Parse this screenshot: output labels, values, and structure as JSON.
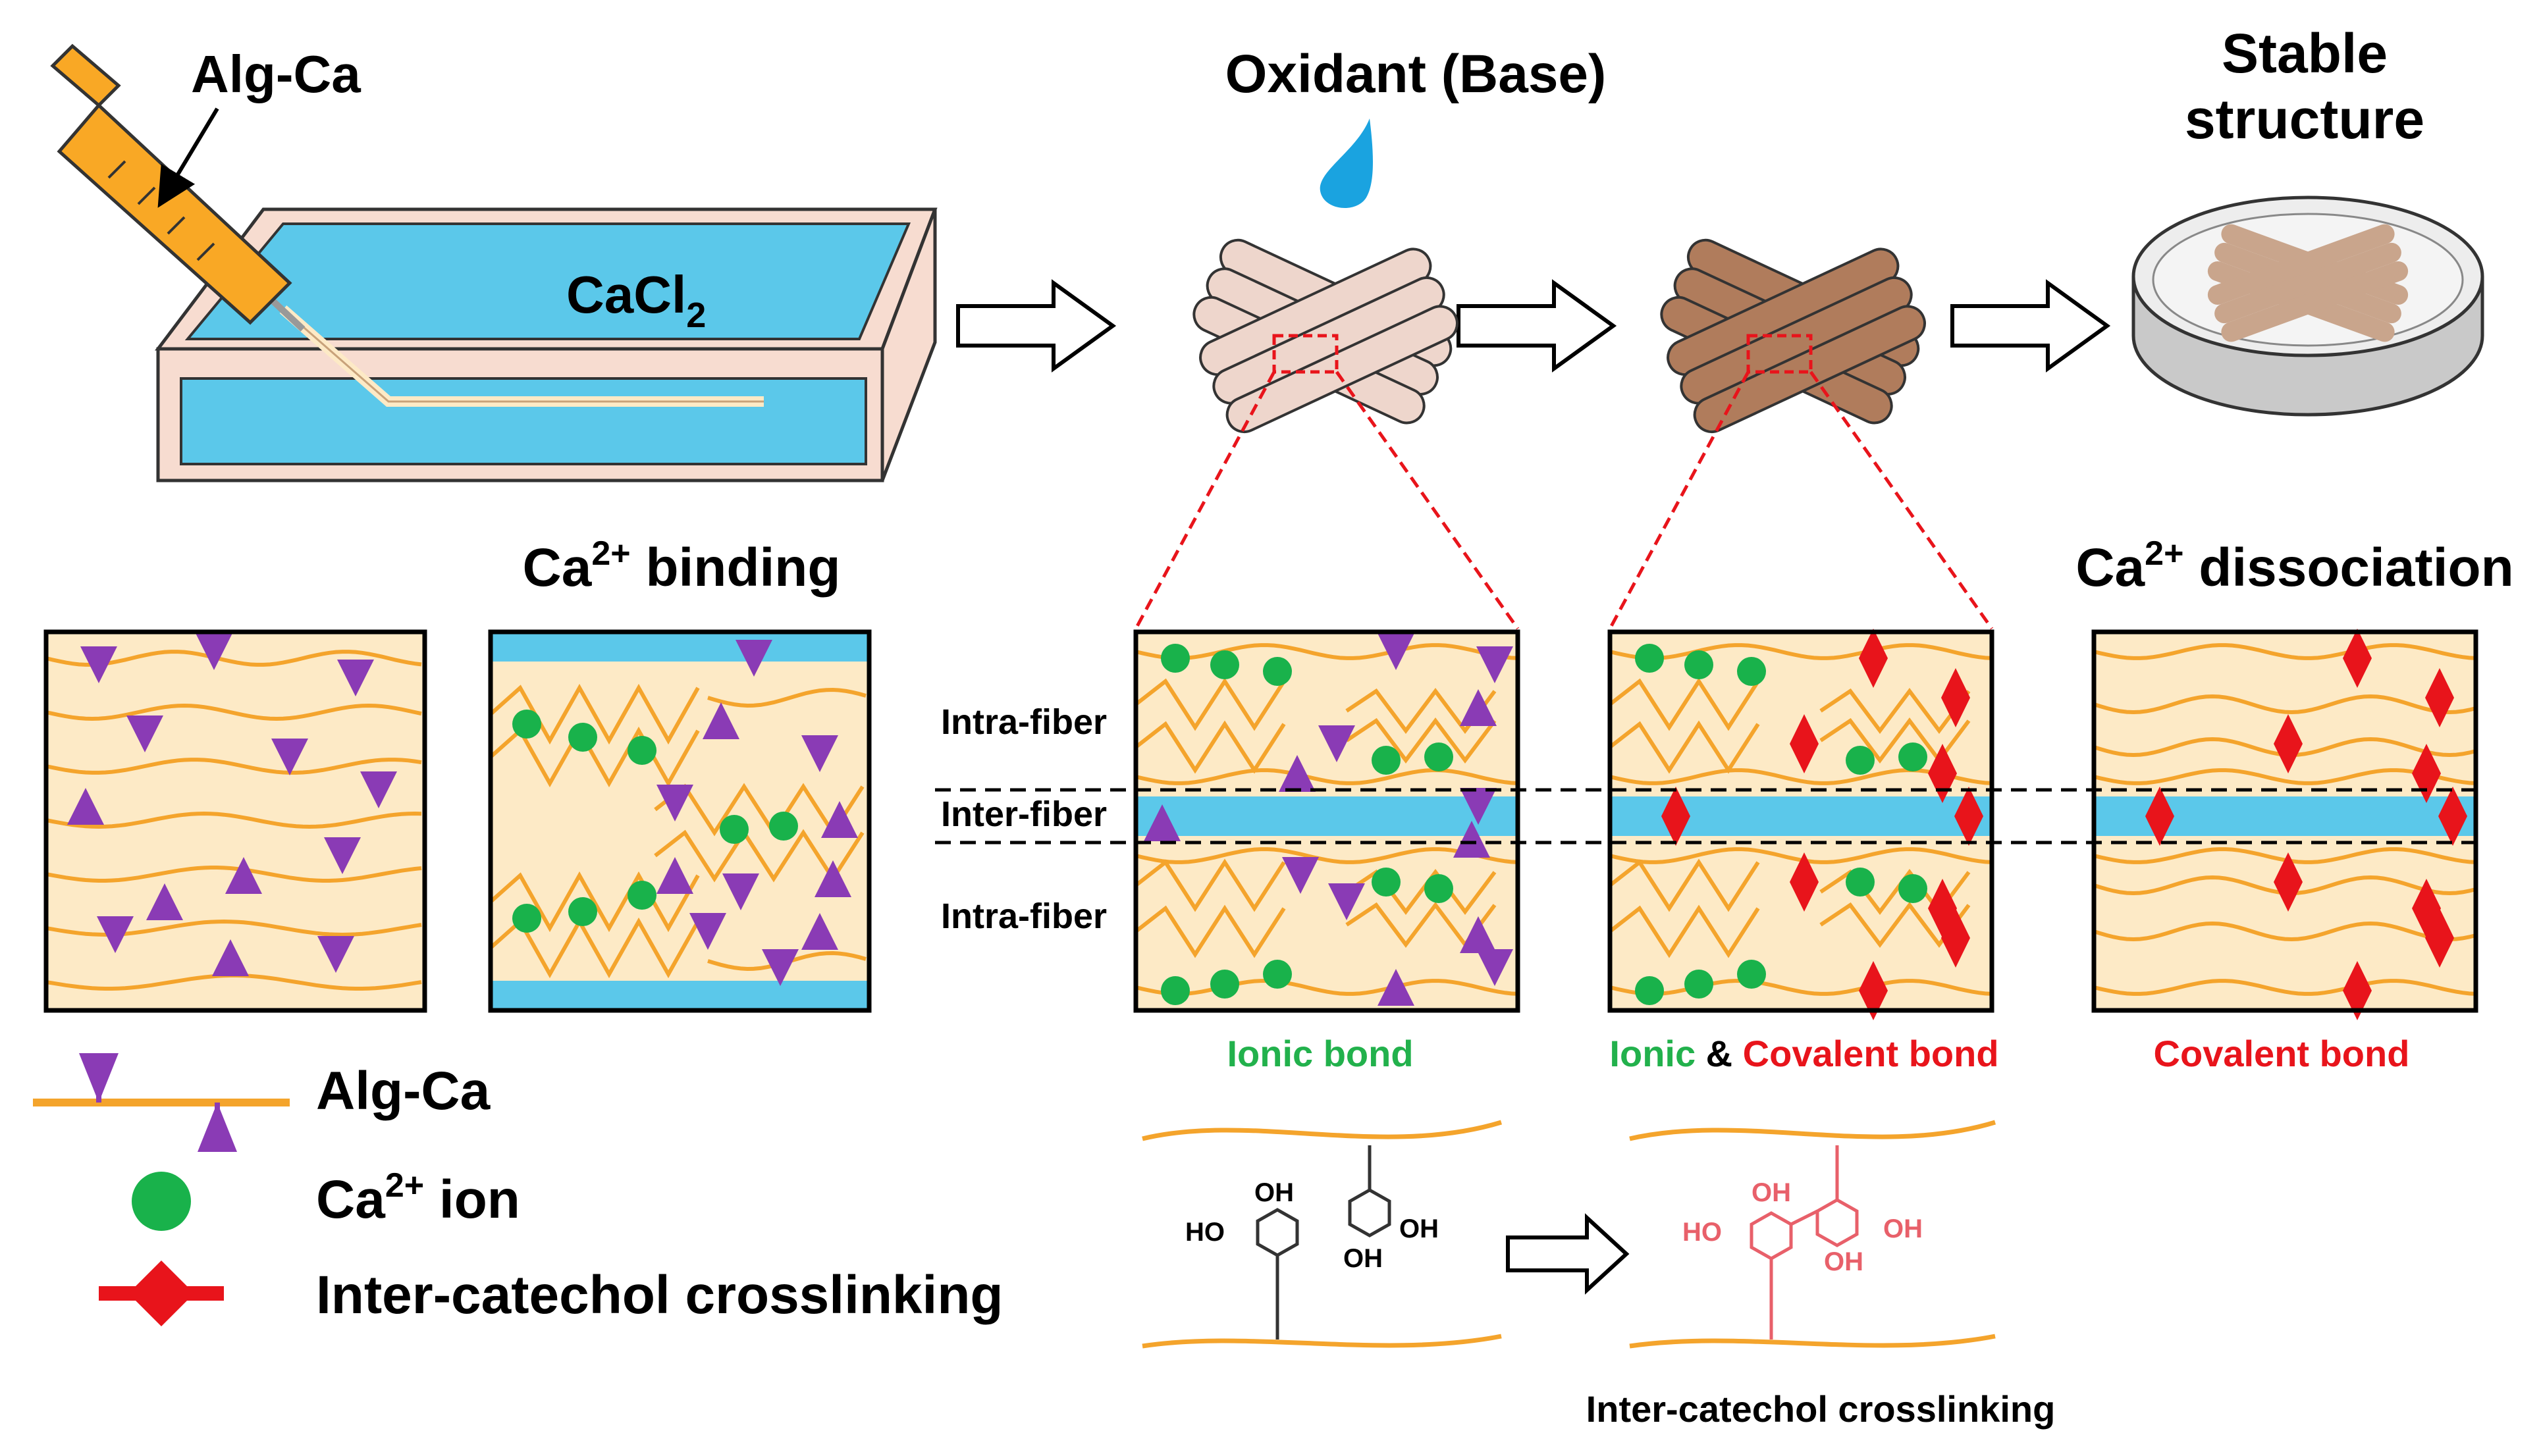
{
  "top": {
    "alg_ca_label": "Alg-Ca",
    "cacl2_label": "CaCl",
    "cacl2_subscript": "2",
    "oxidant_label": "Oxidant (Base)",
    "stable_line1": "Stable",
    "stable_line2": "structure"
  },
  "mid": {
    "ca_binding_prefix": "Ca",
    "ca_binding_sup": "2+",
    "ca_binding_suffix": " binding",
    "ca_dissoc_prefix": "Ca",
    "ca_dissoc_sup": "2+",
    "ca_dissoc_suffix": " dissociation",
    "intra_fiber_1": "Intra-fiber",
    "inter_fiber": "Inter-fiber",
    "intra_fiber_2": "Intra-fiber"
  },
  "bonds": {
    "ionic_bond": "Ionic bond",
    "ionic": "Ionic",
    "amp": " & ",
    "covalent_bond_1": "Covalent bond",
    "covalent_bond_2": "Covalent bond"
  },
  "legend": {
    "alg_ca": "Alg-Ca",
    "ca_ion_prefix": "Ca",
    "ca_ion_sup": "2+",
    "ca_ion_suffix": " ion",
    "crosslink": "Inter-catechol crosslinking"
  },
  "chem": {
    "oh_labels": [
      "HO",
      "OH",
      "OH",
      "OH",
      "HO",
      "OH",
      "OH",
      "OH"
    ],
    "caption": "Inter-catechol crosslinking"
  },
  "colors": {
    "water": "#5bc8ea",
    "gel": "#fdeac6",
    "fiber": "#f4a42c",
    "ion": "#19b24b",
    "triangle": "#8a3bb5",
    "crosslink": "#e8141b",
    "green_text": "#22b14c",
    "red_text": "#e8141b",
    "droplet": "#1aa3e0",
    "tray": "#f7dcd0",
    "syringe": "#f9a825",
    "tan_fiber": "#eed6cc",
    "brown_fiber": "#b07c5c",
    "dish_fiber": "#c9a58c",
    "chem_red": "#e8606a"
  }
}
